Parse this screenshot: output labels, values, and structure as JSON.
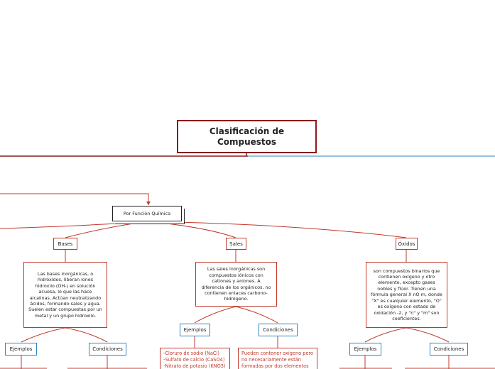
{
  "root": {
    "title": "Clasificación de Compuestos"
  },
  "function_node": {
    "label": "Por Función Química"
  },
  "categories": {
    "bases": {
      "label": "Bases",
      "description": "Las bases inorgánicas, o hidróxidos, liberan iones hidroxilo (OH-) en solución acuosa, lo que las hace alcalinas. Actúan neutralizando ácidos, formando sales y agua. Suelen estar compuestas por un metal y un grupo hidroxilo.",
      "ejemplos": "Ejemplos",
      "condiciones": "Condiciones"
    },
    "sales": {
      "label": "Sales",
      "description": "Las sales inorgánicas son compuestos iónicos con cationes y aniones. A diferencia de los orgánicos, no contienen enlaces carbono-hidrógeno.",
      "ejemplos": "Ejemplos",
      "condiciones": "Condiciones",
      "ejemplos_items": [
        "-Cloruro de sodio (NaCl)",
        "-Sulfato de calcio (CaSO4)",
        "-Nitrato de potasio (KNO3)"
      ],
      "condiciones_text": "Pueden contener oxígeno pero no necesariamente están formadas por dos elementos"
    },
    "oxidos": {
      "label": "Óxidos",
      "description": "son compuestos binarios que contienen oxígeno y otro elemento, excepto gases nobles y flúor. Tienen una fórmula general X nO m, donde \"X\" es cualquier elemento, \"O\" es oxígeno con estado de oxidación -2, y \"n\" y \"m\" son coeficientes.",
      "ejemplos": "Ejemplos",
      "condiciones": "Condiciones"
    }
  }
}
